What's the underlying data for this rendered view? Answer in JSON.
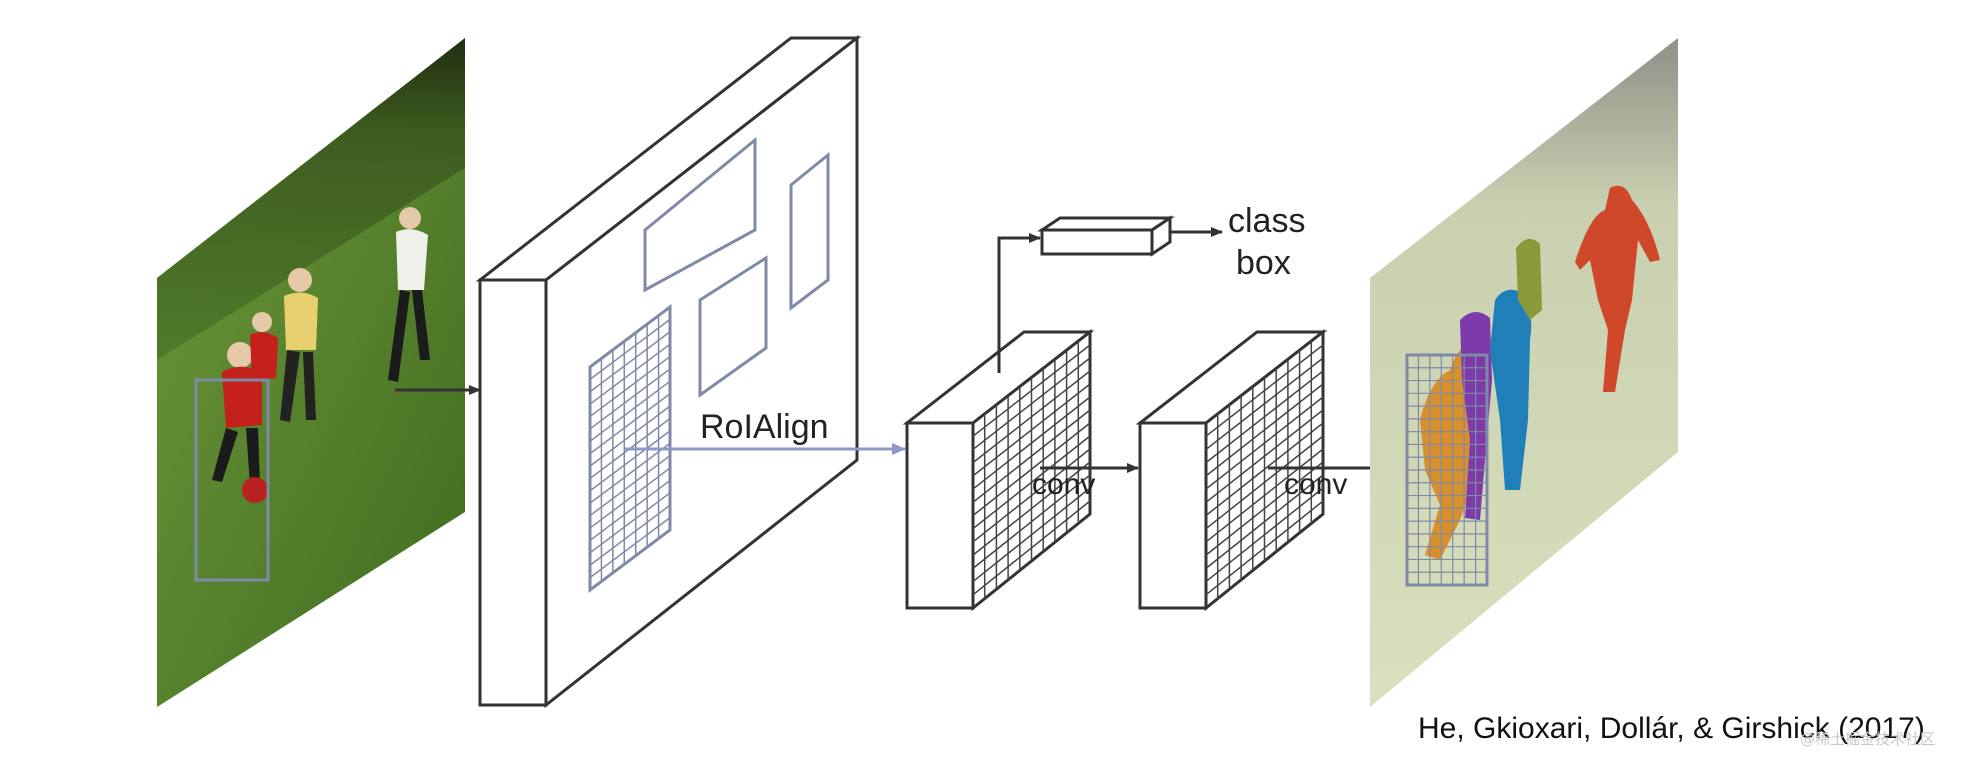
{
  "labels": {
    "roialign": "RoIAlign",
    "class": "class",
    "box": "box",
    "conv_1": "conv",
    "conv_2": "conv"
  },
  "citation": "He, Gkioxari, Dollár, & Girshick (2017)",
  "watermark": "@稀土掘金技术社区",
  "colors": {
    "line": "#333333",
    "roi_box": "#7f8aa6",
    "roialign_arrow": "#8f98c8",
    "grass": "#5d8a32",
    "mask_orange": "#d8902e",
    "mask_purple": "#7d3aa8",
    "mask_blue": "#1f7fb8",
    "mask_olive": "#8a9a3a",
    "mask_red": "#d0482a"
  }
}
